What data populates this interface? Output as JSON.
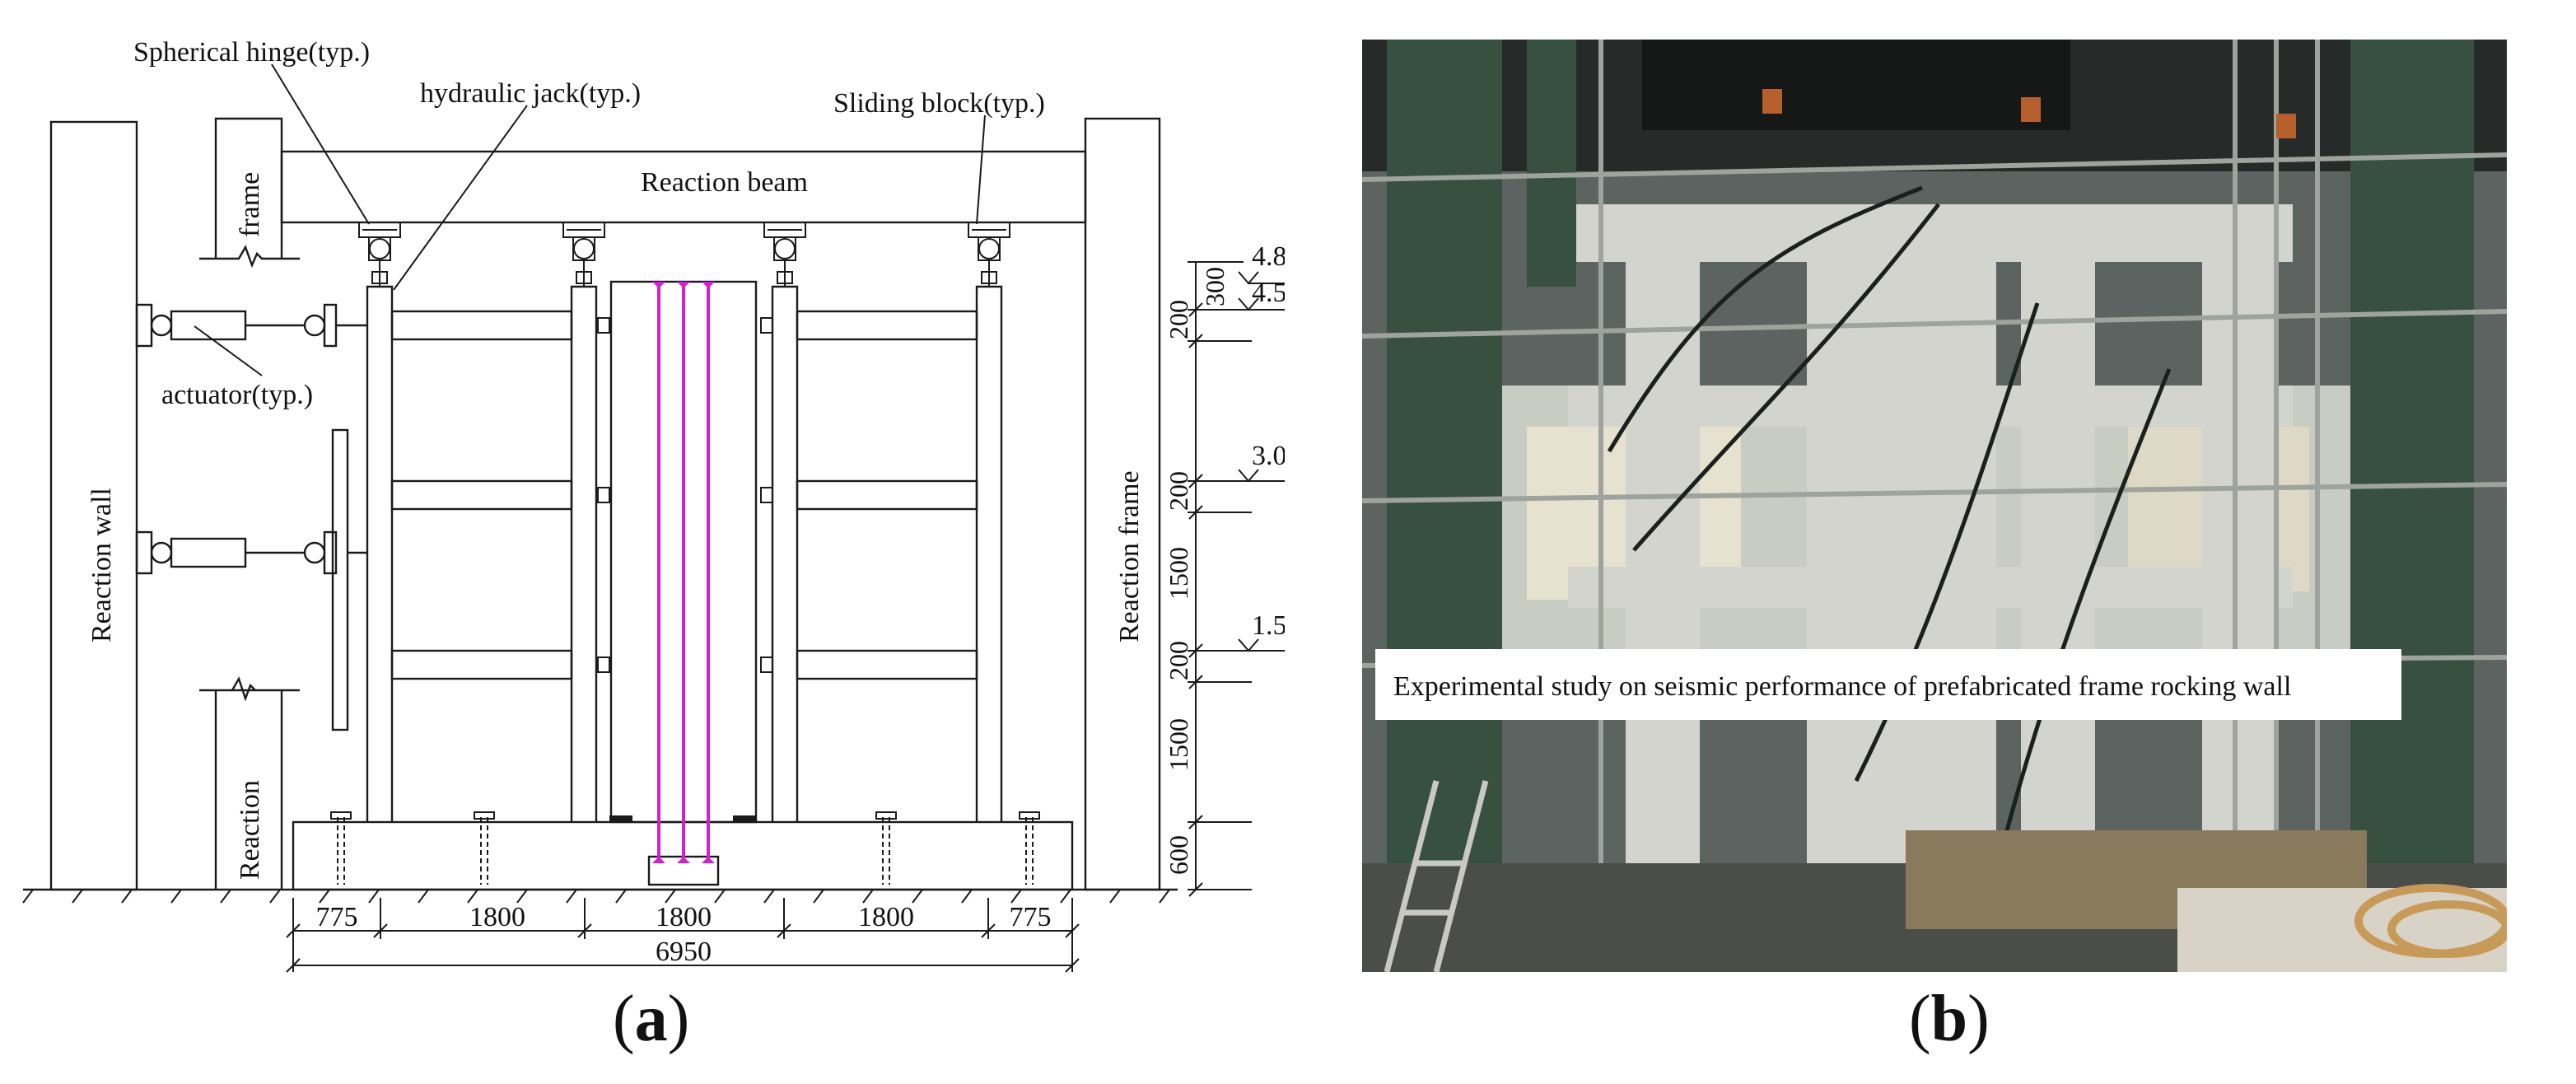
{
  "figure_a": {
    "labels": {
      "spherical_hinge": "Spherical hinge(typ.)",
      "hydraulic_jack": "hydraulic jack(typ.)",
      "sliding_block": "Sliding block(typ.)",
      "reaction_beam": "Reaction beam",
      "frame": "frame",
      "actuator": "actuator(typ.)",
      "reaction_wall": "Reaction wall",
      "reaction_frame": "Reaction frame",
      "reaction": "Reaction"
    },
    "elevations": [
      "4.800",
      "4.500",
      "3.000",
      "1.500"
    ],
    "vertical_dims": [
      "300",
      "200",
      "200",
      "1500",
      "200",
      "1500",
      "600"
    ],
    "horizontal_dims": [
      "775",
      "1800",
      "1800",
      "1800",
      "775"
    ],
    "total_width": "6950",
    "colors": {
      "tendon": "#d21fd2",
      "line": "#1a1a1a"
    }
  },
  "figure_b": {
    "banner_text": "Experimental study on seismic performance of prefabricated frame rocking wall"
  },
  "captions": {
    "a_letter": "a",
    "b_letter": "b",
    "open": "(",
    "close": ")"
  }
}
